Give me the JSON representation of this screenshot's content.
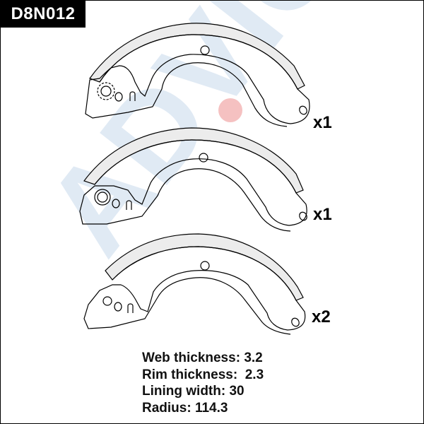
{
  "part_code": "D8N012",
  "watermark": {
    "text": "ADVICS",
    "color": "#c8d9ec",
    "dot_color": "#f2b2b2"
  },
  "shoes": [
    {
      "quantity": "x1"
    },
    {
      "quantity": "x1"
    },
    {
      "quantity": "x2"
    }
  ],
  "specs": [
    {
      "label": "Web thickness:",
      "value": "3.2"
    },
    {
      "label": "Rim thickness:",
      "value": "2.3"
    },
    {
      "label": "Lining width:",
      "value": "30"
    },
    {
      "label": "Radius:",
      "value": "114.3"
    }
  ]
}
